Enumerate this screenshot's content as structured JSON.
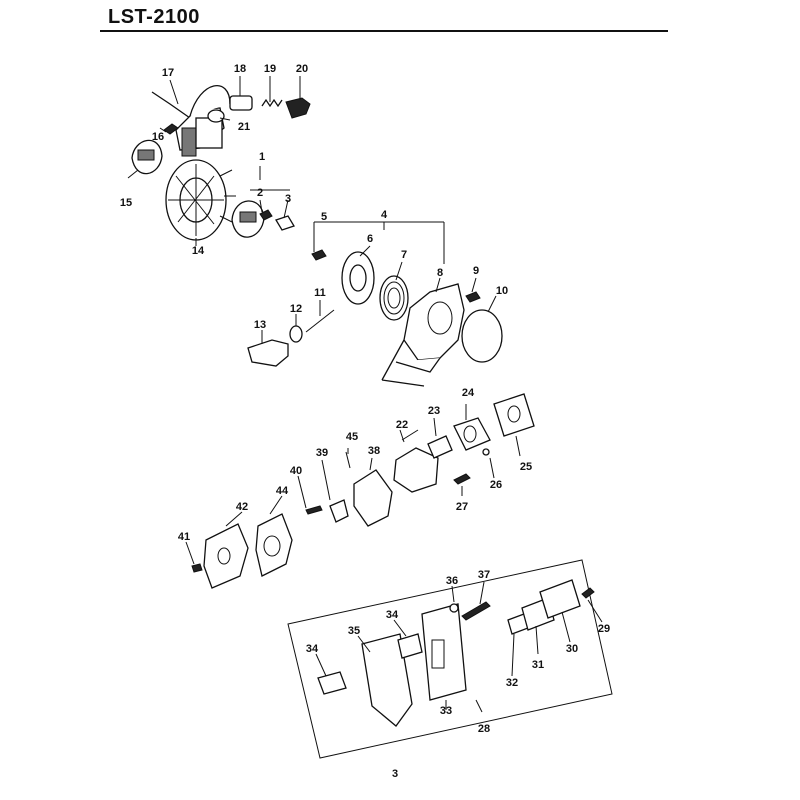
{
  "header": {
    "title": "LST-2100"
  },
  "footer": {
    "page_number": "3"
  },
  "callouts": [
    "1",
    "2",
    "3",
    "4",
    "5",
    "6",
    "7",
    "8",
    "9",
    "10",
    "11",
    "12",
    "13",
    "14",
    "15",
    "16",
    "17",
    "18",
    "19",
    "20",
    "21",
    "22",
    "23",
    "24",
    "25",
    "26",
    "27",
    "28",
    "29",
    "30",
    "31",
    "32",
    "33",
    "34",
    "34",
    "35",
    "36",
    "37",
    "38",
    "39",
    "40",
    "41",
    "42",
    "44",
    "45"
  ]
}
